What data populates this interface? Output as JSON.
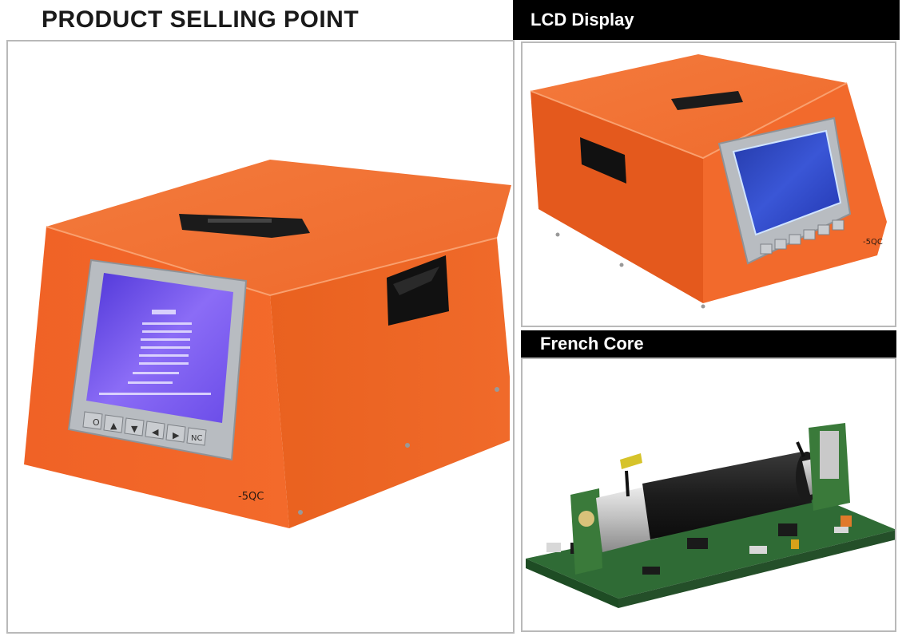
{
  "header": {
    "title": "PRODUCT SELLING POINT"
  },
  "sections": {
    "lcd": {
      "label": "LCD Display"
    },
    "core": {
      "label": "French Core"
    }
  },
  "device": {
    "model_label": "-5QC",
    "screen_lines": [
      "",
      "",
      "",
      "",
      "",
      "",
      "",
      ""
    ],
    "keys": [
      "O",
      "▲",
      "▼",
      "◀",
      "▶",
      "NC"
    ]
  },
  "colors": {
    "body_orange": "#f2662a",
    "side_orange": "#e45b22",
    "bezel": "#b8bcc1",
    "screen_main": "#6f4df0",
    "screen_lcd": "#2d3fc0"
  }
}
